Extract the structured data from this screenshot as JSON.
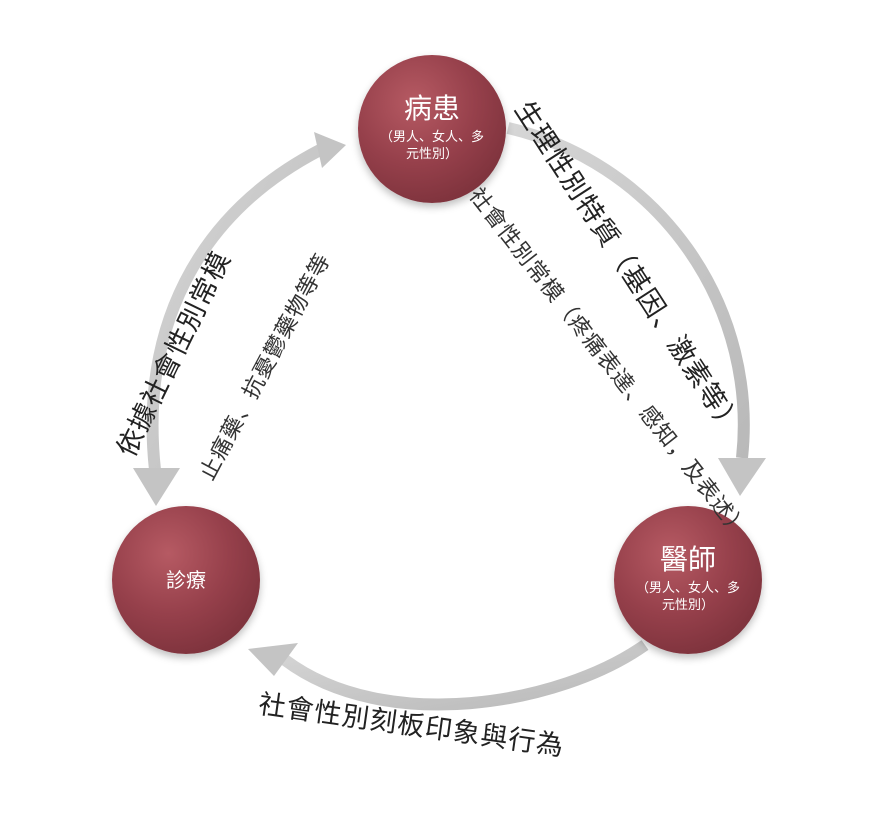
{
  "nodes": {
    "patient": {
      "title": "病患",
      "subtitle": "（男人、女人、多元性別）"
    },
    "doctor": {
      "title": "醫師",
      "subtitle": "（男人、女人、多元性別）"
    },
    "treatment": {
      "title": "診療"
    }
  },
  "arrows": {
    "patient_to_doctor": {
      "main_label": "生理性別特質（基因、激素等）",
      "secondary_label": "社會性別常模（疼痛表達、感知，及表述）"
    },
    "doctor_to_treatment": {
      "main_label": "社會性別刻板印象與行為"
    },
    "treatment_to_patient": {
      "main_label": "依據社會性別常模",
      "secondary_label": "止痛藥、抗憂鬱藥物等等"
    }
  },
  "colors": {
    "node_fill": "#96404b",
    "arrow": "#c8c8c8",
    "text": "#222222"
  }
}
